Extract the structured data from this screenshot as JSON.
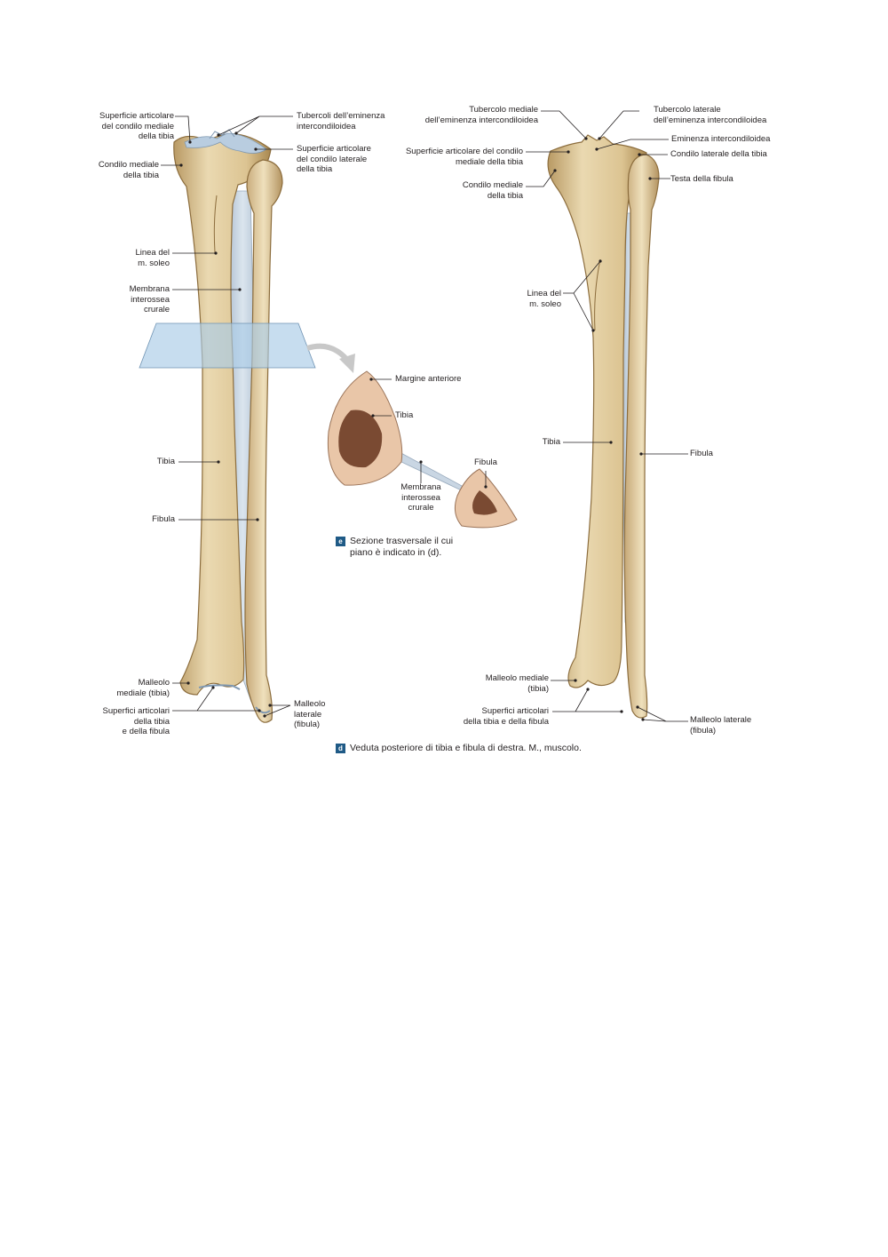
{
  "colors": {
    "bone": "#e6d3a7",
    "bone_shade": "#b99a64",
    "bone_dark": "#8c6d3d",
    "membrane": "#c9d6e3",
    "cartilage": "#b9cde0",
    "plane": "#a9cbe6",
    "section_fill": "#e9c6a8",
    "section_marrow": "#7a4a32",
    "badge": "#1f5a86",
    "leader": "#231f20"
  },
  "left_view": {
    "labels": {
      "sup_art_medial": "Superficie articolare\ndel condilo mediale\ndella tibia",
      "tubercoli": "Tubercoli dell’eminenza\nintercondiloidea",
      "sup_art_laterale": "Superficie articolare\ndel condilo laterale\ndella tibia",
      "condilo_mediale": "Condilo mediale\ndella tibia",
      "linea_soleo": "Linea del\nm. soleo",
      "membrana": "Membrana\ninterossea\ncrurale",
      "tibia": "Tibia",
      "fibula": "Fibula",
      "malleolo_mediale": "Malleolo\nmediale (tibia)",
      "superfici_articolari": "Superfici articolari\ndella tibia\ne della fibula",
      "malleolo_laterale": "Malleolo\nlaterale\n(fibula)"
    }
  },
  "section_view": {
    "labels": {
      "margine_anteriore": "Margine anteriore",
      "tibia": "Tibia",
      "fibula": "Fibula",
      "membrana": "Membrana\ninterossea\ncrurale"
    },
    "caption_letter": "e",
    "caption": "Sezione trasversale il cui\npiano è indicato in (d)."
  },
  "right_view": {
    "labels": {
      "tubercolo_mediale": "Tubercolo mediale\ndell’eminenza intercondiloidea",
      "tubercolo_laterale": "Tubercolo laterale\ndell’eminenza intercondiloidea",
      "eminenza": "Eminenza intercondiloidea",
      "sup_art_condilo_mediale": "Superficie articolare del condilo\nmediale della tibia",
      "condilo_laterale": "Condilo laterale della tibia",
      "condilo_mediale": "Condilo mediale\ndella tibia",
      "testa_fibula": "Testa della fibula",
      "linea_soleo": "Linea del\nm. soleo",
      "tibia": "Tibia",
      "fibula": "Fibula",
      "malleolo_mediale": "Malleolo mediale\n(tibia)",
      "superfici_articolari": "Superfici articolari\ndella tibia e della fibula",
      "malleolo_laterale": "Malleolo laterale\n(fibula)"
    }
  },
  "figure_caption": {
    "letter": "d",
    "text": "Veduta posteriore di tibia e fibula di destra. M., muscolo."
  }
}
